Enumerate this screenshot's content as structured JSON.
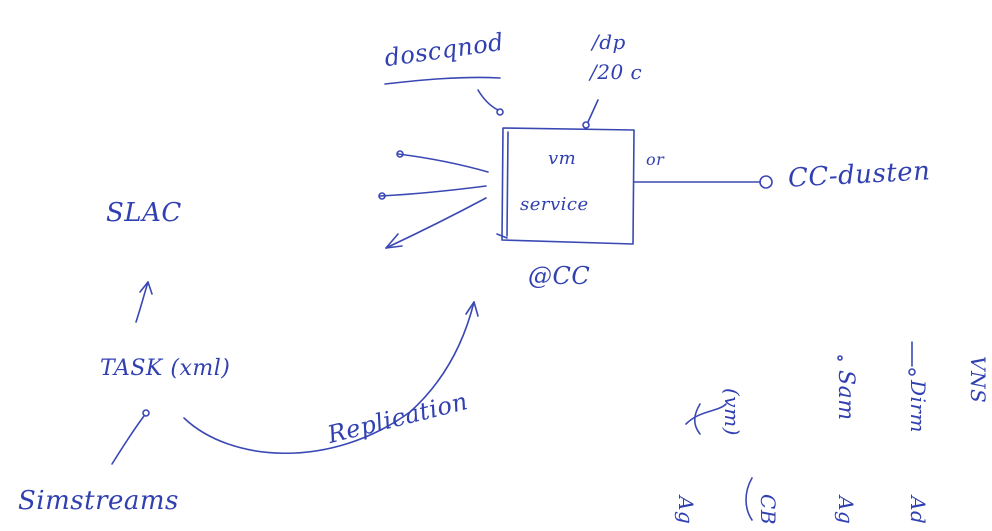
{
  "labels": {
    "top_note": "doscqnod",
    "top_right_note_line1": "/dp",
    "top_right_note_line2": "/20 c",
    "box_line1": "vm",
    "box_line2": "service",
    "box_edge_label": "or",
    "target": "CC-dusten",
    "at_cc": "@CC",
    "left_top": "SLAC",
    "task": "TASK (xml)",
    "replication": "Replication",
    "bottom_left": "Simstreams"
  },
  "rotated_notes": [
    "(vm)",
    "Sam",
    "Dirm",
    "VNS"
  ],
  "bottom_fragments": [
    "Ag",
    "CB",
    "Ag",
    "Ad"
  ]
}
